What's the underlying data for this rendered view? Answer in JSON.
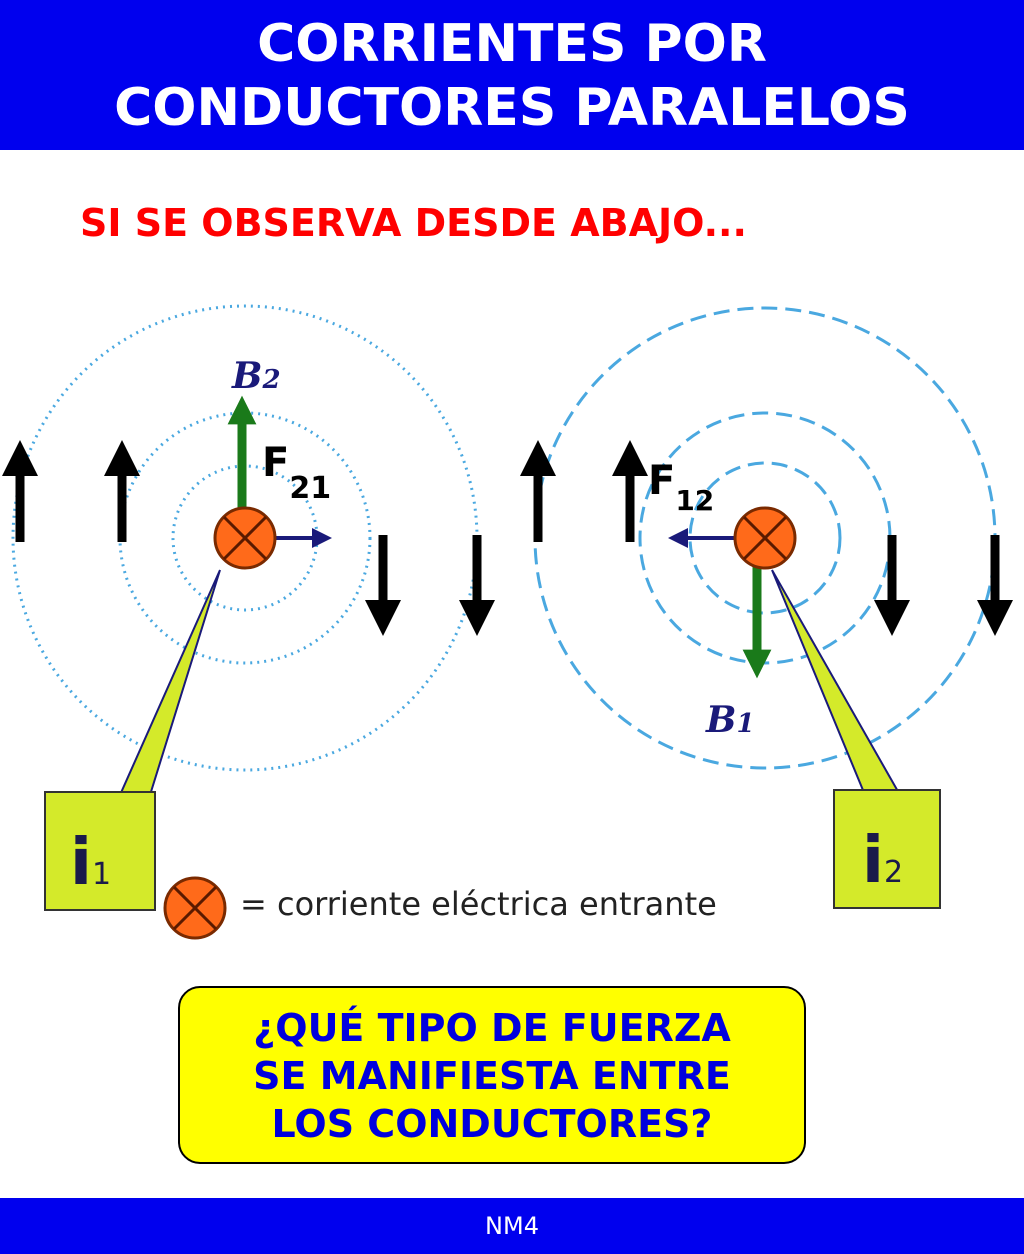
{
  "header": {
    "title_line1": "CORRIENTES POR",
    "title_line2": "CONDUCTORES PARALELOS"
  },
  "subtitle": "SI SE OBSERVA DESDE ABAJO...",
  "diagram": {
    "label_b2_main": "B",
    "label_b2_sub": "2",
    "label_f21_main": "F",
    "label_f21_sub": "21",
    "label_f12_main": "F",
    "label_f12_sub": "12",
    "label_b1_main": "B",
    "label_b1_sub": "1",
    "callout_i1_main": "i",
    "callout_i1_sub": "1",
    "callout_i2_main": "i",
    "callout_i2_sub": "2",
    "legend_text": "= corriente eléctrica entrante",
    "colors": {
      "field_lines": "#4aa8e0",
      "vector_green": "#1a7a1a",
      "force_navy": "#1a1a7a",
      "conductor_orange": "#ff6a1a",
      "callout_fill": "#d4ea2a"
    }
  },
  "question": {
    "line1": "¿QUÉ TIPO DE FUERZA",
    "line2": "SE MANIFIESTA ENTRE",
    "line3": "LOS CONDUCTORES?"
  },
  "footer": {
    "label": "NM4"
  }
}
